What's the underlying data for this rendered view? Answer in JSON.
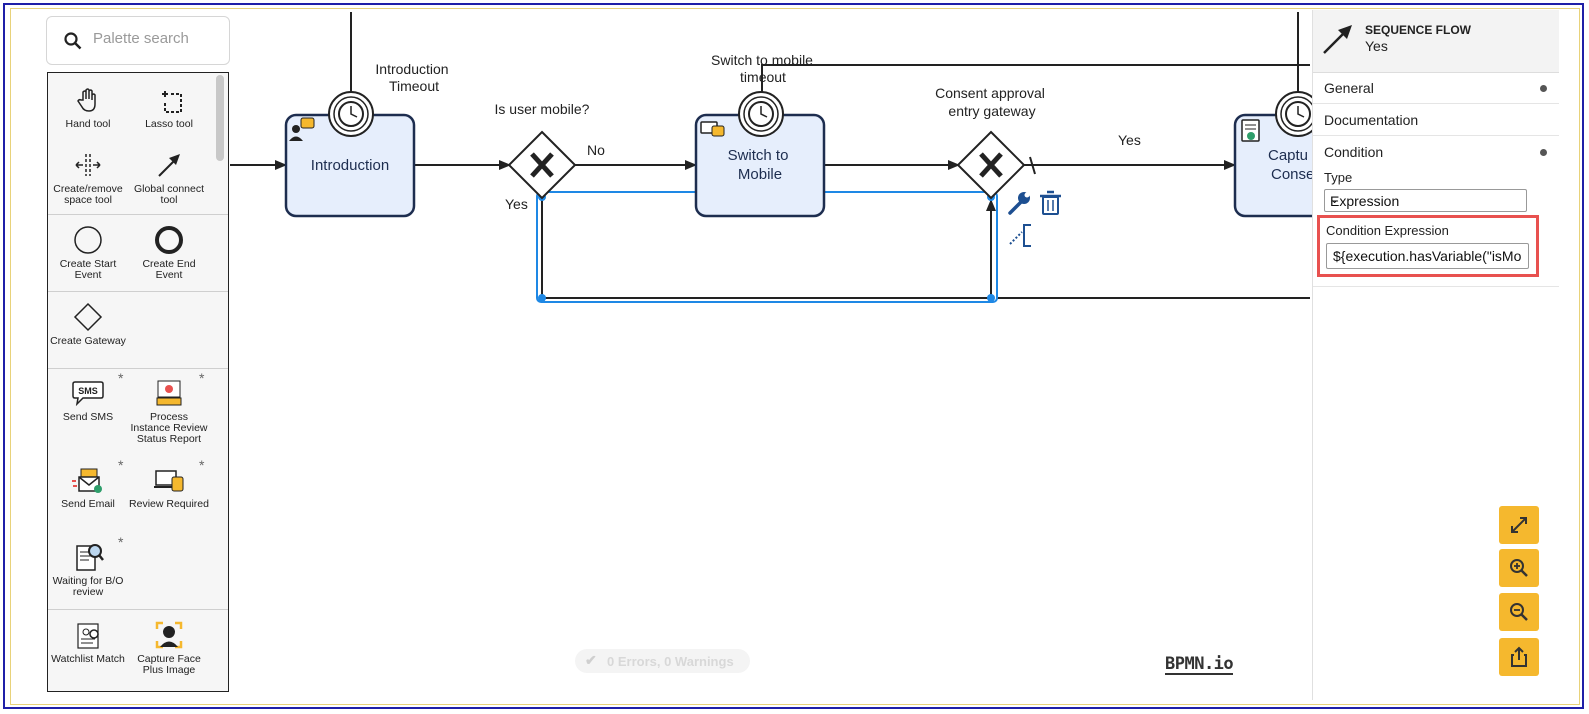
{
  "palette": {
    "search_placeholder": "Palette search",
    "tools": [
      {
        "label": "Hand tool",
        "icon": "hand-icon"
      },
      {
        "label": "Lasso tool",
        "icon": "lasso-icon"
      },
      {
        "label": "Create/remove space tool",
        "icon": "space-tool-icon"
      },
      {
        "label": "Global connect tool",
        "icon": "connect-arrow-icon"
      },
      {
        "label": "Create Start Event",
        "icon": "start-event-icon"
      },
      {
        "label": "Create End Event",
        "icon": "end-event-icon"
      },
      {
        "label": "Create Gateway",
        "icon": "gateway-icon"
      },
      {
        "label": "Send SMS",
        "icon": "sms-icon"
      },
      {
        "label": "Process Instance Review Status Report",
        "icon": "report-icon"
      },
      {
        "label": "Send Email",
        "icon": "email-icon"
      },
      {
        "label": "Review Required",
        "icon": "review-icon"
      },
      {
        "label": "Waiting for B/O review",
        "icon": "document-search-icon"
      },
      {
        "label": "Watchlist Match",
        "icon": "watchlist-icon"
      },
      {
        "label": "Capture Face Plus Image",
        "icon": "face-capture-icon"
      }
    ],
    "custom_marker": "*"
  },
  "diagram": {
    "tasks": [
      "Introduction",
      "Switch to Mobile",
      "Captu Conse"
    ],
    "task_lines": {
      "introduction": [
        "Introduction"
      ],
      "switch": [
        "Switch to",
        "Mobile"
      ],
      "capture": [
        "Captu",
        "Conse"
      ]
    },
    "labels": {
      "intro_timeout": [
        "Introduction",
        "Timeout"
      ],
      "switch_timeout": [
        "Switch to mobile",
        "timeout"
      ],
      "is_mobile": "Is user mobile?",
      "consent_gateway": [
        "Consent approval",
        "entry gateway"
      ],
      "no": "No",
      "yes_left": "Yes",
      "yes_right": "Yes"
    }
  },
  "properties": {
    "element_type": "SEQUENCE FLOW",
    "element_name": "Yes",
    "sections": [
      {
        "label": "General",
        "has_dot": true
      },
      {
        "label": "Documentation",
        "has_dot": false
      },
      {
        "label": "Condition",
        "has_dot": true
      }
    ],
    "type_label": "Type",
    "type_value": "Expression",
    "condition_label": "Condition Expression",
    "condition_value": "${execution.hasVariable(\"isMob"
  },
  "status": "0 Errors, 0 Warnings",
  "brand": "BPMN.io",
  "colors": {
    "task_fill": "#e6eefc",
    "task_stroke": "#1d2d4f",
    "selection": "#1e88e5",
    "accent": "#f5b82e",
    "highlight": "#e8514f"
  }
}
